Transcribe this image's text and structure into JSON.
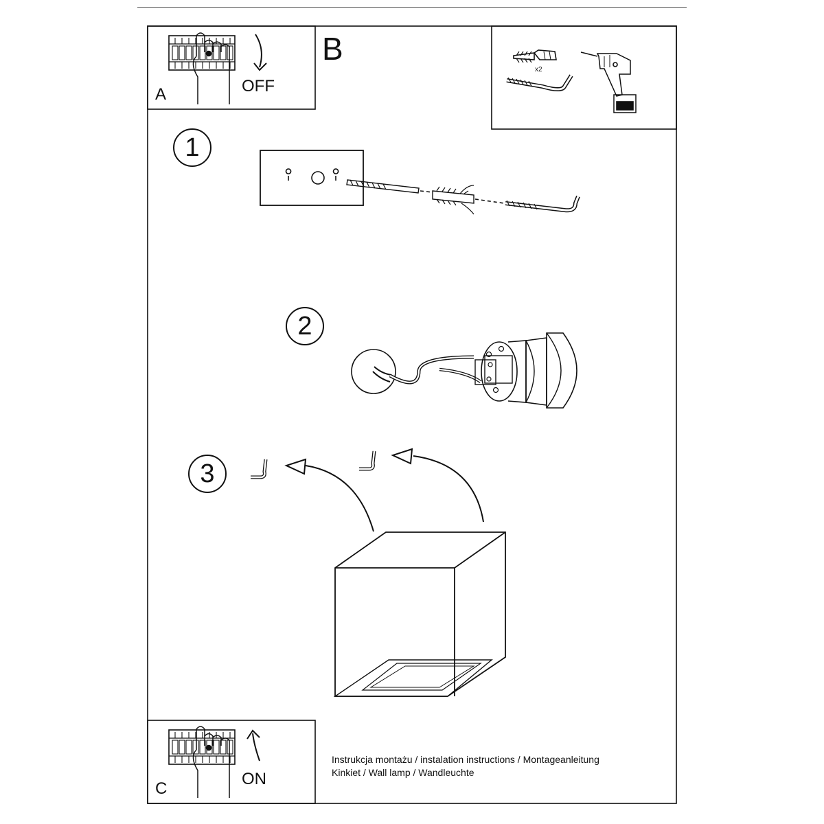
{
  "panel_a": {
    "letter": "A",
    "switch_label": "OFF"
  },
  "panel_b": {
    "letter": "B",
    "quantity": "x2"
  },
  "panel_c": {
    "letter": "C",
    "switch_label": "ON"
  },
  "steps": [
    {
      "number": "1"
    },
    {
      "number": "2"
    },
    {
      "number": "3"
    }
  ],
  "caption": {
    "line1": "Instrukcja montażu / instalation instructions / Montageanleitung",
    "line2": "Kinkiet / Wall lamp / Wandleuchte"
  }
}
